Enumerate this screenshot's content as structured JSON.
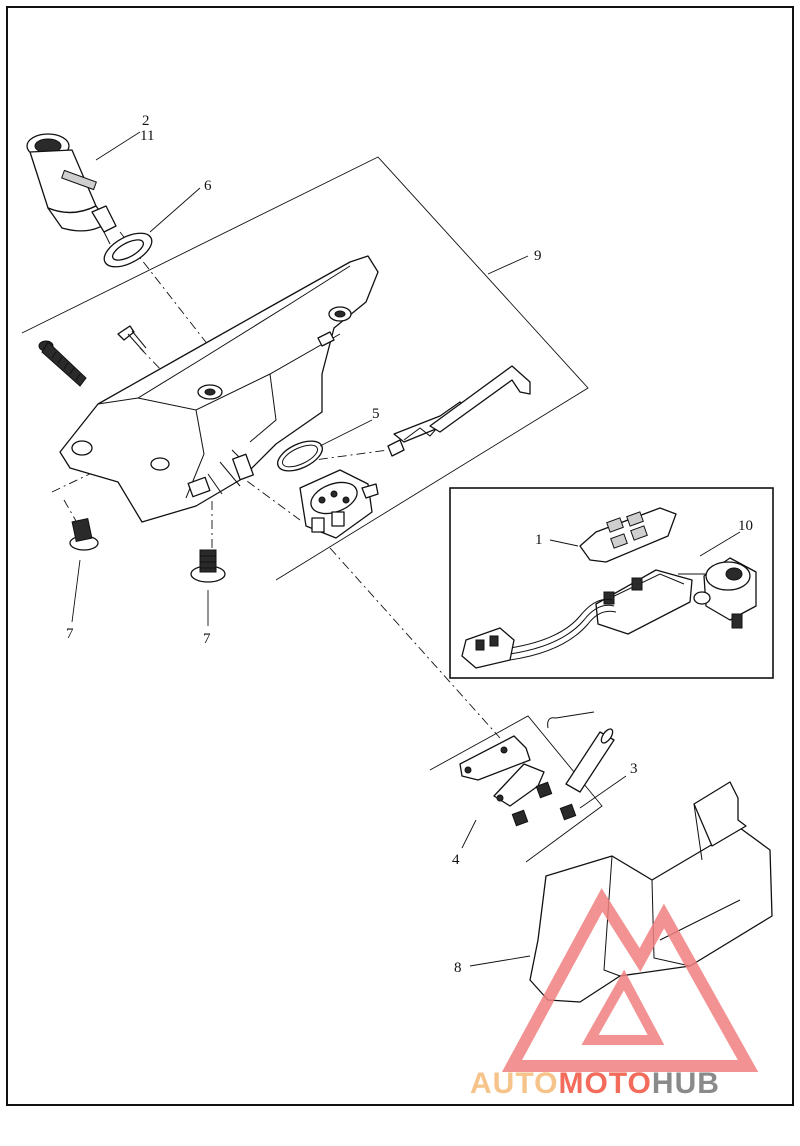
{
  "callouts": {
    "c1": "1",
    "c2": "2",
    "c3": "3",
    "c4": "4",
    "c5": "5",
    "c6": "6",
    "c7a": "7",
    "c7b": "7",
    "c8": "8",
    "c9": "9",
    "c10": "10",
    "c11": "11"
  },
  "watermark": {
    "part1": "AUTO",
    "part2": "MOTO",
    "part3": "HUB",
    "colors": {
      "auto": "#f6c48a",
      "moto": "#f26b5b",
      "hub": "#8a8a8a",
      "triangle": "#f08080"
    }
  }
}
